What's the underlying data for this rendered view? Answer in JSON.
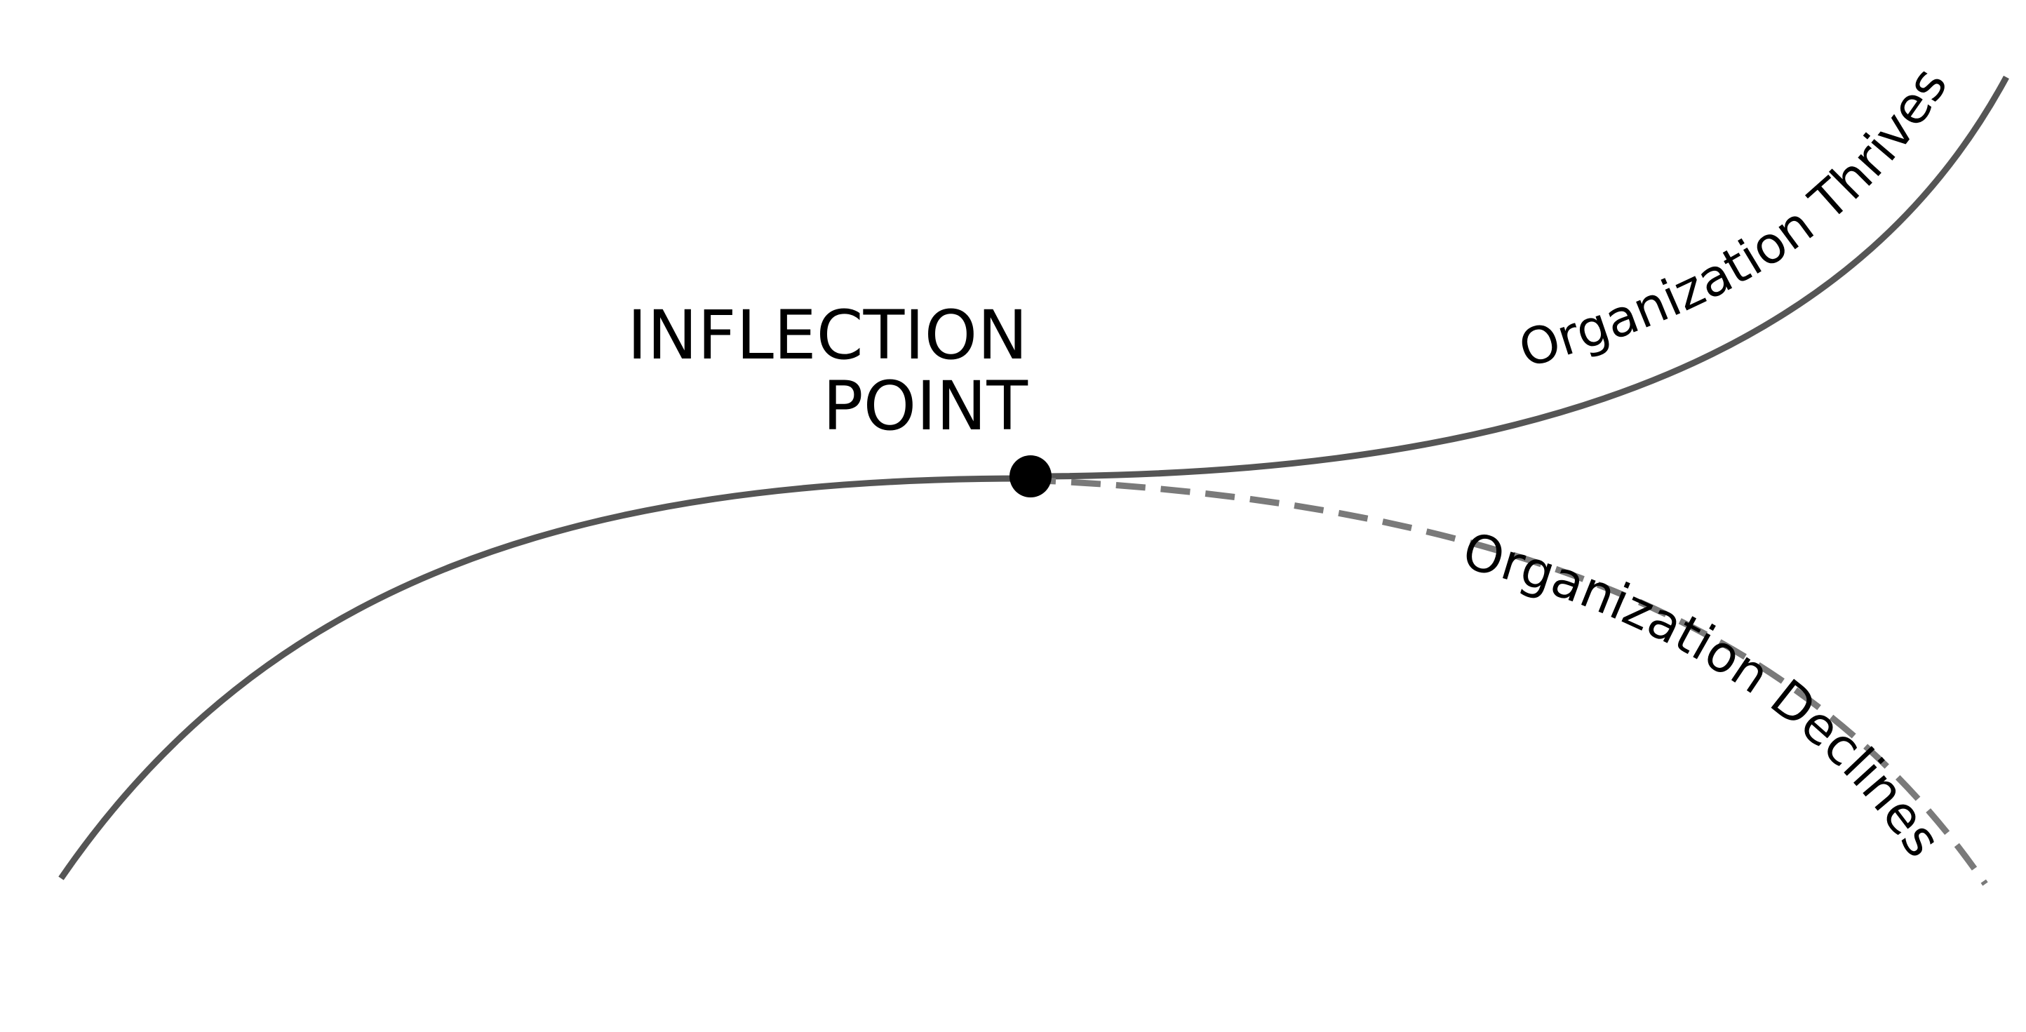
{
  "diagram": {
    "inflection_label": {
      "line1": "INFLECTION",
      "line2": "POINT"
    },
    "branches": {
      "thrives": "Organization Thrives",
      "declines": "Organization Declines"
    },
    "colors": {
      "main_curve": "#555555",
      "dashed_curve": "#7a7a7a",
      "point": "#000000",
      "text": "#000000"
    }
  }
}
